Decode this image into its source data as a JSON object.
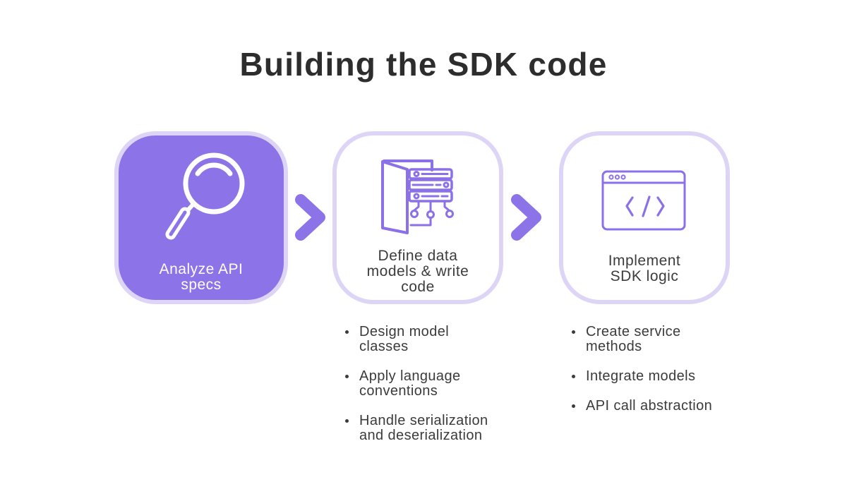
{
  "title": "Building the SDK code",
  "colors": {
    "accent_purple": "#8C73E7",
    "icon_purple": "#8B70E8",
    "lavender_border": "#DED5F6",
    "title_text": "#2D2D2D",
    "body_text": "#3B3B3B",
    "step1_text": "#FFFFFF"
  },
  "steps": [
    {
      "icon": "magnifier-icon",
      "label": "Analyze API specs",
      "label_lines": [
        "Analyze API",
        "specs"
      ],
      "bullets": []
    },
    {
      "icon": "door-server-icon",
      "label": "Define data models & write code",
      "label_lines": [
        "Define data",
        "models & write",
        "code"
      ],
      "bullets": [
        [
          "Design model",
          "classes"
        ],
        [
          "Apply language",
          "conventions"
        ],
        [
          "Handle serialization",
          "and deserialization"
        ]
      ]
    },
    {
      "icon": "browser-code-icon",
      "label": "Implement SDK logic",
      "label_lines": [
        "Implement",
        "SDK logic"
      ],
      "bullets": [
        [
          "Create service",
          "methods"
        ],
        [
          "Integrate models"
        ],
        [
          "API call abstraction"
        ]
      ]
    }
  ]
}
